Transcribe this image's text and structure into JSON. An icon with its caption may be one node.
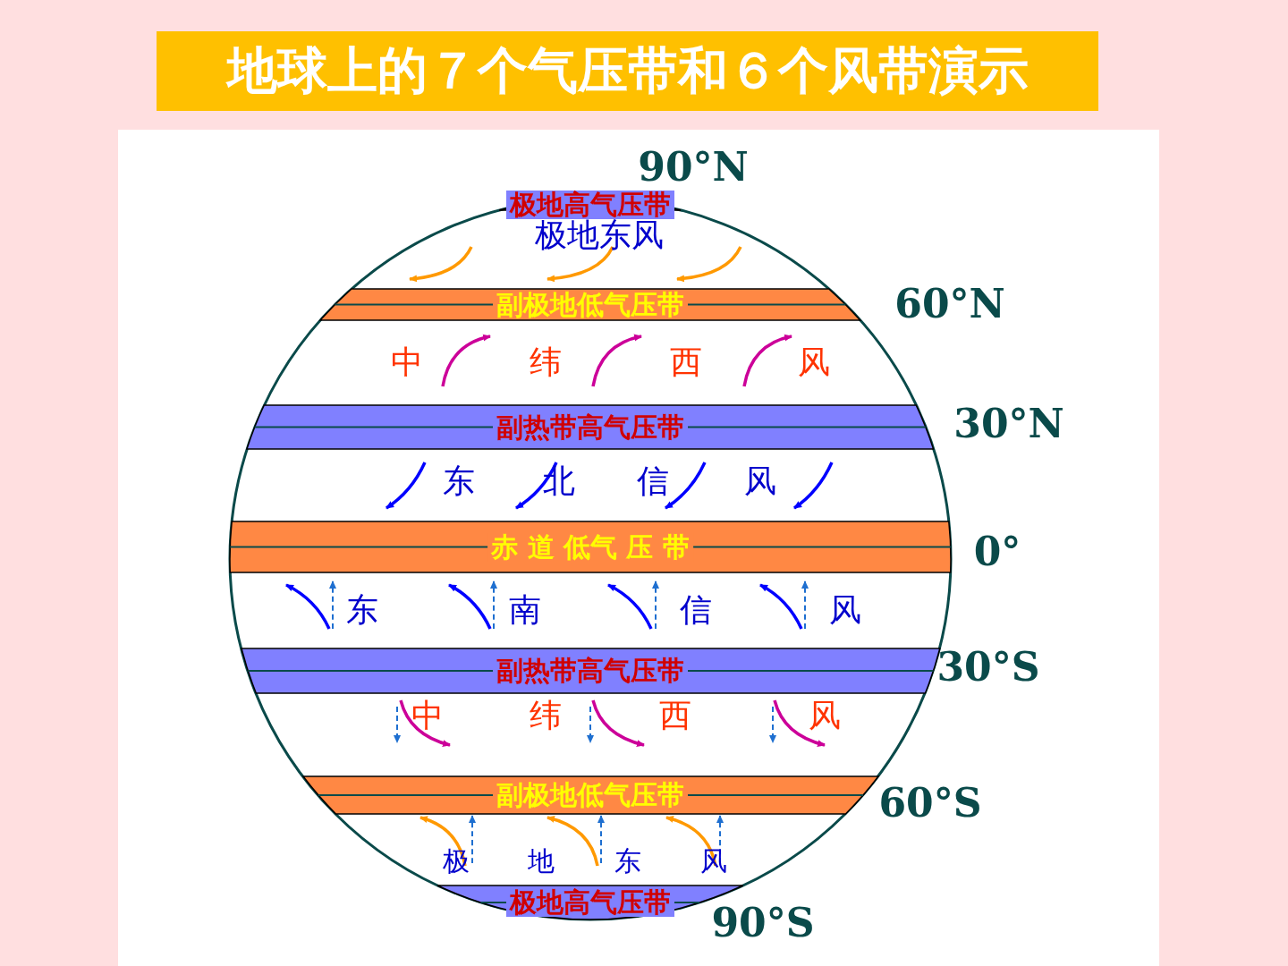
{
  "diagram": {
    "title": "地球上的７个气压带和６个风带演示",
    "nodes": [
      {
        "text": [
          "极地高气压带"
        ]
      },
      {
        "text": [
          "副极地低气压带"
        ]
      },
      {
        "text": [
          "副热带高气压带"
        ]
      },
      {
        "text": [
          "赤 道 低气 压 带"
        ]
      },
      {
        "text": [
          "副热带高气压带"
        ]
      },
      {
        "text": [
          "副极地低气压带"
        ]
      },
      {
        "text": [
          "极地高气压带"
        ]
      }
    ],
    "labels": [
      "90°N",
      "极地东风",
      "60°N",
      "中",
      "纬",
      "西",
      "风",
      "30°N",
      "东",
      "北",
      "信",
      "风",
      "0°",
      "东",
      "南",
      "信",
      "风",
      "30°S",
      "中",
      "纬",
      "西",
      "风",
      "60°S",
      "极",
      "地",
      "东",
      "风",
      "90°S"
    ]
  }
}
